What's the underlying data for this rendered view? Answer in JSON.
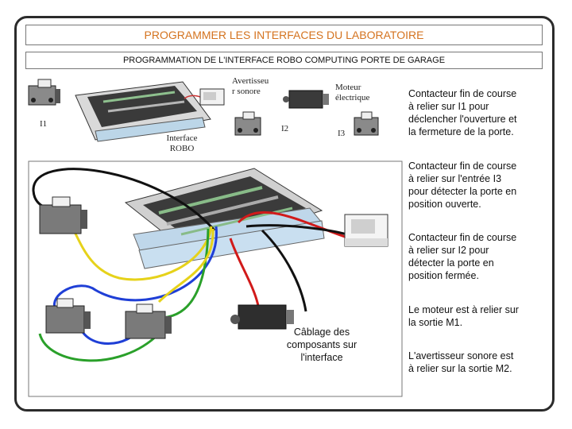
{
  "title": "PROGRAMMER LES INTERFACES DU LABORATOIRE",
  "subtitle": "PROGRAMMATION DE L'INTERFACE ROBO COMPUTING PORTE DE GARAGE",
  "top_diagram": {
    "i1": "I1",
    "interface_line1": "Interface",
    "interface_line2": "ROBO",
    "buzzer_line1": "Avertisseu",
    "buzzer_line2": "r sonore",
    "motor_line1": "Moteur",
    "motor_line2": "électrique",
    "i2": "I2",
    "i3": "I3"
  },
  "notes": [
    {
      "line1": "Contacteur fin de course",
      "line2": "à relier sur I1 pour",
      "line3": "déclencher l'ouverture et",
      "line4": "la fermeture de la porte."
    },
    {
      "line1": "Contacteur fin de course",
      "line2": "à relier sur l'entrée I3",
      "line3": "pour détecter la porte en",
      "line4": "position ouverte."
    },
    {
      "line1": "Contacteur fin de course",
      "line2": "à relier sur I2 pour",
      "line3": "détecter la porte en",
      "line4": "position fermée."
    },
    {
      "line1": "Le moteur est à relier sur",
      "line2": "la sortie M1."
    },
    {
      "line1": "L'avertisseur sonore est",
      "line2": "à relier sur la sortie M2."
    }
  ],
  "caption": {
    "line1": "Câblage des",
    "line2": "composants  sur",
    "line3": "l'interface"
  },
  "wire_colors": {
    "black": "#111111",
    "red": "#d11a1a",
    "yellow": "#e6d21a",
    "blue": "#1f3fd6",
    "green": "#2aa02a"
  }
}
